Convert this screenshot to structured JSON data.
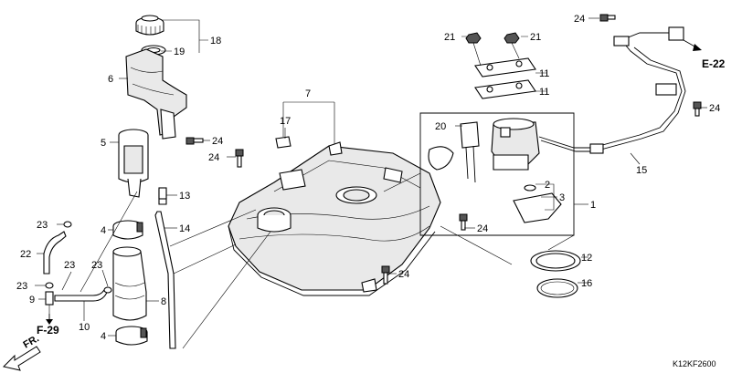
{
  "diagram": {
    "drawing_code": "K12KF2600",
    "direction_label": "FR.",
    "references": {
      "ref_f29": "F-29",
      "ref_e22": "E-22"
    },
    "callouts": {
      "c1": "1",
      "c2": "2",
      "c3": "3",
      "c4a": "4",
      "c4b": "4",
      "c5": "5",
      "c6": "6",
      "c7": "7",
      "c8": "8",
      "c9": "9",
      "c10": "10",
      "c11a": "11",
      "c11b": "11",
      "c12": "12",
      "c13": "13",
      "c14": "14",
      "c15": "15",
      "c16": "16",
      "c17": "17",
      "c18": "18",
      "c19": "19",
      "c20": "20",
      "c21a": "21",
      "c21b": "21",
      "c22": "22",
      "c23a": "23",
      "c23b": "23",
      "c23c": "23",
      "c23d": "23",
      "c24a": "24",
      "c24b": "24",
      "c24c": "24",
      "c24d": "24",
      "c24e": "24",
      "c24f": "24"
    }
  }
}
